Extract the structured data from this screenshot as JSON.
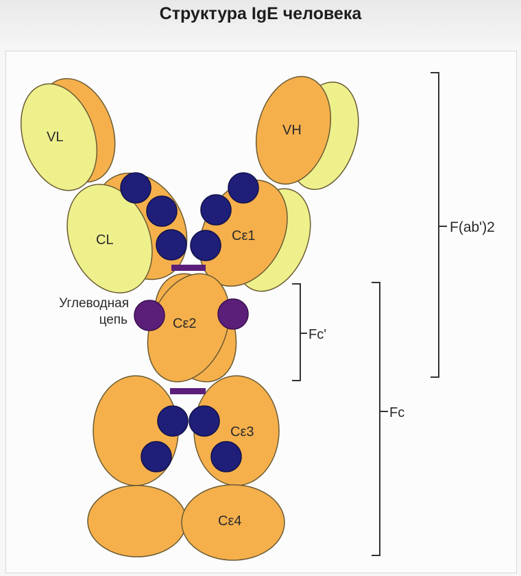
{
  "title": "Структура IgE человека",
  "labels": {
    "vl": "VL",
    "vh": "VH",
    "cl": "CL",
    "ce1": "Cε1",
    "ce2": "Cε2",
    "ce3": "Cε3",
    "ce4": "Cε4",
    "carbohydrate_line1": "Углеводная",
    "carbohydrate_line2": "цепь",
    "fab2": "F(ab')2",
    "fc_prime": "Fc'",
    "fc": "Fc"
  },
  "colors": {
    "heavy_chain": "#f5b04c",
    "light_chain": "#eef08c",
    "glycan": "#1f1f7a",
    "disulfide": "#5b1f7a",
    "outline": "#6a5a32",
    "bracket": "#333333"
  }
}
